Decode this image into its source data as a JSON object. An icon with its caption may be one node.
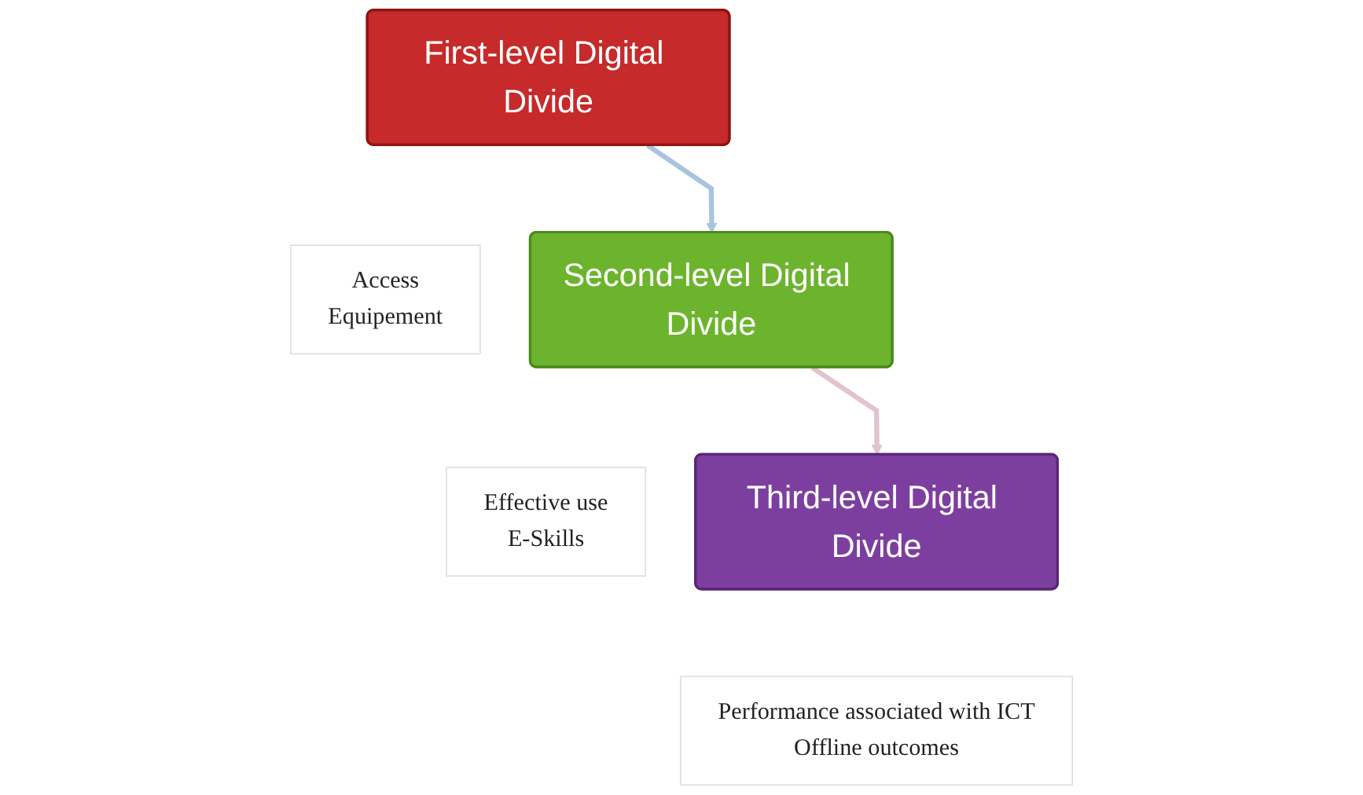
{
  "diagram": {
    "nodes": [
      {
        "text": [
          "First-level Digital Divide"
        ],
        "beside": [
          "Access",
          "Equipement"
        ]
      },
      {
        "text": [
          "Second-level Digital Divide"
        ],
        "beside": [
          "Effective use",
          "E-Skills"
        ]
      },
      {
        "text": [
          "Third-level Digital Divide"
        ],
        "beside": [
          "Performance associated with ICT",
          "Offline outcomes"
        ]
      }
    ],
    "edges": [
      {
        "from": 0,
        "to": 1,
        "arrow": "to",
        "color": "#a9c4e0"
      },
      {
        "from": 1,
        "to": 2,
        "arrow": "to",
        "color": "#e3c3cc"
      }
    ]
  }
}
